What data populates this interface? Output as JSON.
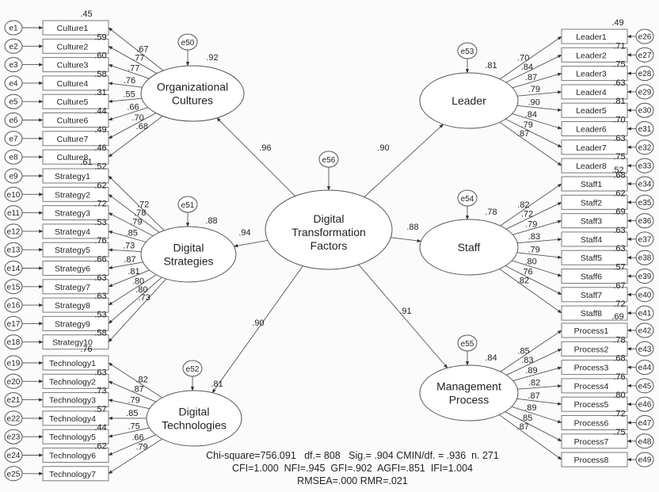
{
  "diagram": {
    "central": {
      "name": "Digital Transformation Factors",
      "lines": [
        "Digital",
        "Transformation",
        "Factors"
      ],
      "error": "e56"
    },
    "constructs": [
      {
        "id": "oc",
        "lines": [
          "Organizational",
          "Cultures"
        ],
        "error": "e50",
        "r2": ".92",
        "path": ".96",
        "side": "left",
        "indicators": [
          {
            "name": "Culture1",
            "error": "e1",
            "loading": ".67",
            "r2": ".45"
          },
          {
            "name": "Culture2",
            "error": "e2",
            "loading": ".77",
            "r2": ".59"
          },
          {
            "name": "Culture3",
            "error": "e3",
            "loading": ".77",
            "r2": ".60"
          },
          {
            "name": "Culture4",
            "error": "e4",
            "loading": ".76",
            "r2": ".58"
          },
          {
            "name": "Culture5",
            "error": "e5",
            "loading": ".55",
            "r2": ".31"
          },
          {
            "name": "Culture6",
            "error": "e6",
            "loading": ".66",
            "r2": ".44"
          },
          {
            "name": "Culture7",
            "error": "e7",
            "loading": ".70",
            "r2": ".49"
          },
          {
            "name": "Culture8",
            "error": "e8",
            "loading": ".68",
            "r2": ".46"
          }
        ],
        "trailing_r2": ".52"
      },
      {
        "id": "ds",
        "lines": [
          "Digital",
          "Strategies"
        ],
        "error": "e51",
        "r2": ".88",
        "path": ".94",
        "side": "left",
        "indicators": [
          {
            "name": "Strategy1",
            "error": "e9",
            "loading": ".72",
            "r2": ".61"
          },
          {
            "name": "Strategy2",
            "error": "e10",
            "loading": ".78",
            "r2": ".62"
          },
          {
            "name": "Strategy3",
            "error": "e11",
            "loading": ".79",
            "r2": ".72"
          },
          {
            "name": "Strategy4",
            "error": "e12",
            "loading": ".85",
            "r2": ".53"
          },
          {
            "name": "Strategy5",
            "error": "e13",
            "loading": ".73",
            "r2": ".76"
          },
          {
            "name": "Strategy6",
            "error": "e14",
            "loading": ".87",
            "r2": ".66"
          },
          {
            "name": "Strategy7",
            "error": "e15",
            "loading": ".81",
            "r2": ".63"
          },
          {
            "name": "Strategy8",
            "error": "e16",
            "loading": ".80",
            "r2": ".63"
          },
          {
            "name": "Strategy9",
            "error": "e17",
            "loading": ".80",
            "r2": ".53"
          },
          {
            "name": "Strategy10",
            "error": "e18",
            "loading": ".73",
            "r2": ".58"
          }
        ]
      },
      {
        "id": "dt",
        "lines": [
          "Digital",
          "Technologies"
        ],
        "error": "e52",
        "r2": ".81",
        "path": ".90",
        "side": "left",
        "indicators": [
          {
            "name": "Technology1",
            "error": "e19",
            "loading": ".82",
            "r2": ".76"
          },
          {
            "name": "Technology2",
            "error": "e20",
            "loading": ".87",
            "r2": ".63"
          },
          {
            "name": "Technology3",
            "error": "e21",
            "loading": ".79",
            "r2": ".73"
          },
          {
            "name": "Technology4",
            "error": "e22",
            "loading": ".85",
            "r2": ".57"
          },
          {
            "name": "Technology5",
            "error": "e23",
            "loading": ".75",
            "r2": ".44"
          },
          {
            "name": "Technology6",
            "error": "e24",
            "loading": ".66",
            "r2": ".62"
          },
          {
            "name": "Technology7",
            "error": "e25",
            "loading": ".79",
            "r2": ""
          }
        ]
      },
      {
        "id": "ld",
        "lines": [
          "Leader"
        ],
        "error": "e53",
        "r2": ".81",
        "path": ".90",
        "side": "right",
        "indicators": [
          {
            "name": "Leader1",
            "error": "e26",
            "loading": ".70",
            "r2": ".49"
          },
          {
            "name": "Leader2",
            "error": "e27",
            "loading": ".84",
            "r2": ".71"
          },
          {
            "name": "Leader3",
            "error": "e28",
            "loading": ".87",
            "r2": ".75"
          },
          {
            "name": "Leader4",
            "error": "e29",
            "loading": ".79",
            "r2": ".63"
          },
          {
            "name": "Leader5",
            "error": "e30",
            "loading": ".90",
            "r2": ".81"
          },
          {
            "name": "Leader6",
            "error": "e31",
            "loading": ".84",
            "r2": ".70"
          },
          {
            "name": "Leader7",
            "error": "e32",
            "loading": ".79",
            "r2": ".63"
          },
          {
            "name": "Leader8",
            "error": "e33",
            "loading": ".87",
            "r2": ".75"
          }
        ],
        "trailing_r2": ".68"
      },
      {
        "id": "st",
        "lines": [
          "Staff"
        ],
        "error": "e54",
        "r2": ".78",
        "path": ".88",
        "side": "right",
        "indicators": [
          {
            "name": "Staff1",
            "error": "e34",
            "loading": ".82",
            "r2": ".52"
          },
          {
            "name": "Staff2",
            "error": "e35",
            "loading": ".72",
            "r2": ".62"
          },
          {
            "name": "Staff3",
            "error": "e36",
            "loading": ".79",
            "r2": ".69"
          },
          {
            "name": "Staff4",
            "error": "e37",
            "loading": ".83",
            "r2": ".63"
          },
          {
            "name": "Staff5",
            "error": "e38",
            "loading": ".79",
            "r2": ".63"
          },
          {
            "name": "Staff6",
            "error": "e39",
            "loading": ".80",
            "r2": ".57"
          },
          {
            "name": "Staff7",
            "error": "e40",
            "loading": ".76",
            "r2": ".67"
          },
          {
            "name": "Staff8",
            "error": "e41",
            "loading": ".82",
            "r2": ".72"
          }
        ]
      },
      {
        "id": "mp",
        "lines": [
          "Management",
          "Process"
        ],
        "error": "e55",
        "r2": ".84",
        "path": ".91",
        "side": "right",
        "indicators": [
          {
            "name": "Process1",
            "error": "e42",
            "loading": ".85",
            "r2": ".69"
          },
          {
            "name": "Process2",
            "error": "e43",
            "loading": ".83",
            "r2": ".78"
          },
          {
            "name": "Process3",
            "error": "e44",
            "loading": ".89",
            "r2": ".68"
          },
          {
            "name": "Process4",
            "error": "e45",
            "loading": ".82",
            "r2": ".76"
          },
          {
            "name": "Process5",
            "error": "e46",
            "loading": ".87",
            "r2": ".80"
          },
          {
            "name": "Process6",
            "error": "e47",
            "loading": ".89",
            "r2": ".72"
          },
          {
            "name": "Process7",
            "error": "e48",
            "loading": ".85",
            "r2": ".75"
          },
          {
            "name": "Process8",
            "error": "e49",
            "loading": ".87",
            "r2": ""
          }
        ]
      }
    ]
  },
  "fit_stats": {
    "line1": "Chi-square=756.091   df.= 808   Sig.= .904 CMIN/df. = .936  n. 271",
    "line2": "CFI=1.000  NFI=.945  GFI=.902  AGFI=.851  IFI=1.004",
    "line3": "RMSEA=.000 RMR=.021"
  },
  "colors": {
    "line": "#555555",
    "box_border": "#7a7a7a",
    "text": "#222222",
    "background": "#fbfbfb"
  }
}
